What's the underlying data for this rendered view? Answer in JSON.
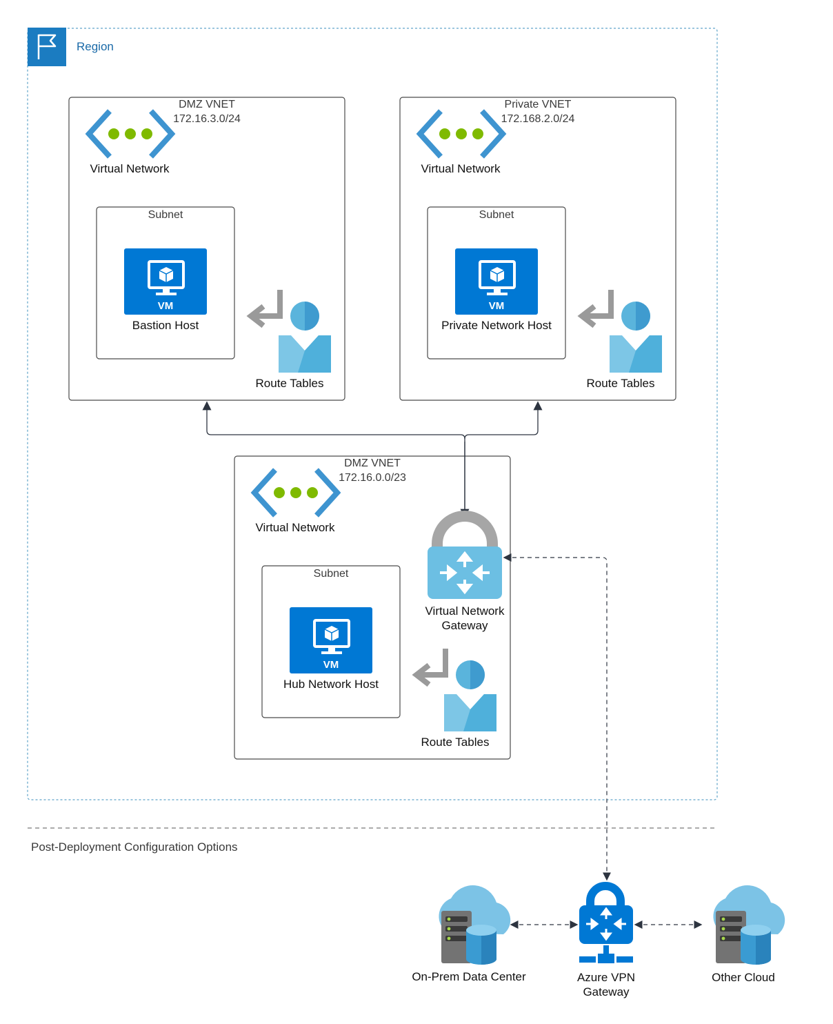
{
  "region": {
    "title": "Region"
  },
  "vnets": [
    {
      "id": "dmz",
      "name": "DMZ VNET",
      "cidr": "172.16.3.0/24",
      "vnet_label": "Virtual Network",
      "subnet_label": "Subnet",
      "vm_badge": "VM",
      "host_label": "Bastion Host",
      "route_label": "Route Tables"
    },
    {
      "id": "private",
      "name": "Private VNET",
      "cidr": "172.168.2.0/24",
      "vnet_label": "Virtual Network",
      "subnet_label": "Subnet",
      "vm_badge": "VM",
      "host_label": "Private Network Host",
      "route_label": "Route Tables"
    },
    {
      "id": "hub",
      "name": "DMZ VNET",
      "cidr": "172.16.0.0/23",
      "vnet_label": "Virtual Network",
      "subnet_label": "Subnet",
      "vm_badge": "VM",
      "host_label": "Hub Network Host",
      "route_label": "Route Tables"
    }
  ],
  "gateway": {
    "label_line1": "Virtual Network",
    "label_line2": "Gateway"
  },
  "post_deploy": {
    "title": "Post-Deployment Configuration Options",
    "onprem_label": "On-Prem Data Center",
    "vpn_label_line1": "Azure VPN",
    "vpn_label_line2": "Gateway",
    "other_cloud_label": "Other Cloud"
  },
  "colors": {
    "azure_blue": "#0078d4",
    "light_blue": "#5ab4dc",
    "region_border": "#5fa3c9",
    "green_dots": "#7fba00",
    "gray_arrow": "#9a9a9a"
  }
}
